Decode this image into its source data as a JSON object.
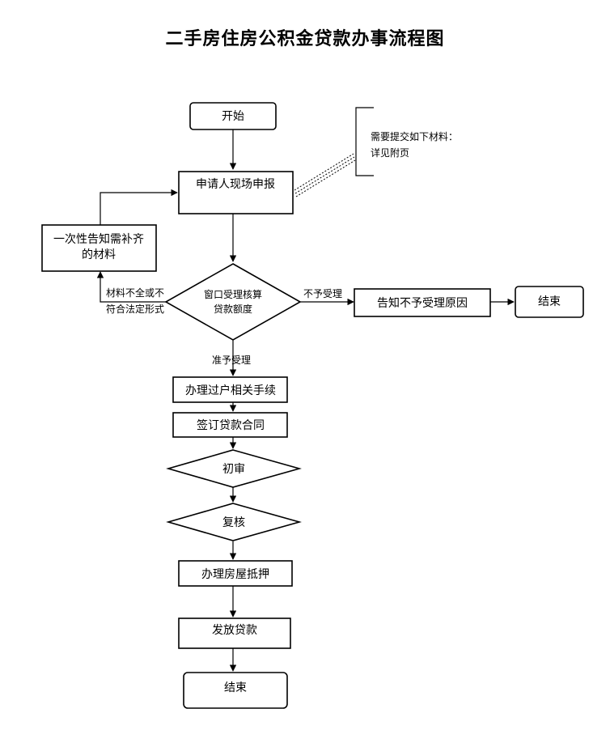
{
  "title": "二手房住房公积金贷款办事流程图",
  "nodes": {
    "start": "开始",
    "apply": "申请人现场申报",
    "supplement_line1": "一次性告知需补齐",
    "supplement_line2": "的材料",
    "review_line1": "窗口受理核算",
    "review_line2": "贷款额度",
    "reject_reason": "告知不予受理原因",
    "end_reject": "结束",
    "transfer": "办理过户相关手续",
    "contract": "签订贷款合同",
    "first_review": "初审",
    "recheck": "复核",
    "mortgage": "办理房屋抵押",
    "release": "发放贷款",
    "end": "结束"
  },
  "labels": {
    "incomplete_line1": "材料不全或不",
    "incomplete_line2": "符合法定形式",
    "not_accepted": "不予受理",
    "accepted": "准予受理"
  },
  "note": {
    "line1": "需要提交如下材料：",
    "line2": "详见附页"
  }
}
